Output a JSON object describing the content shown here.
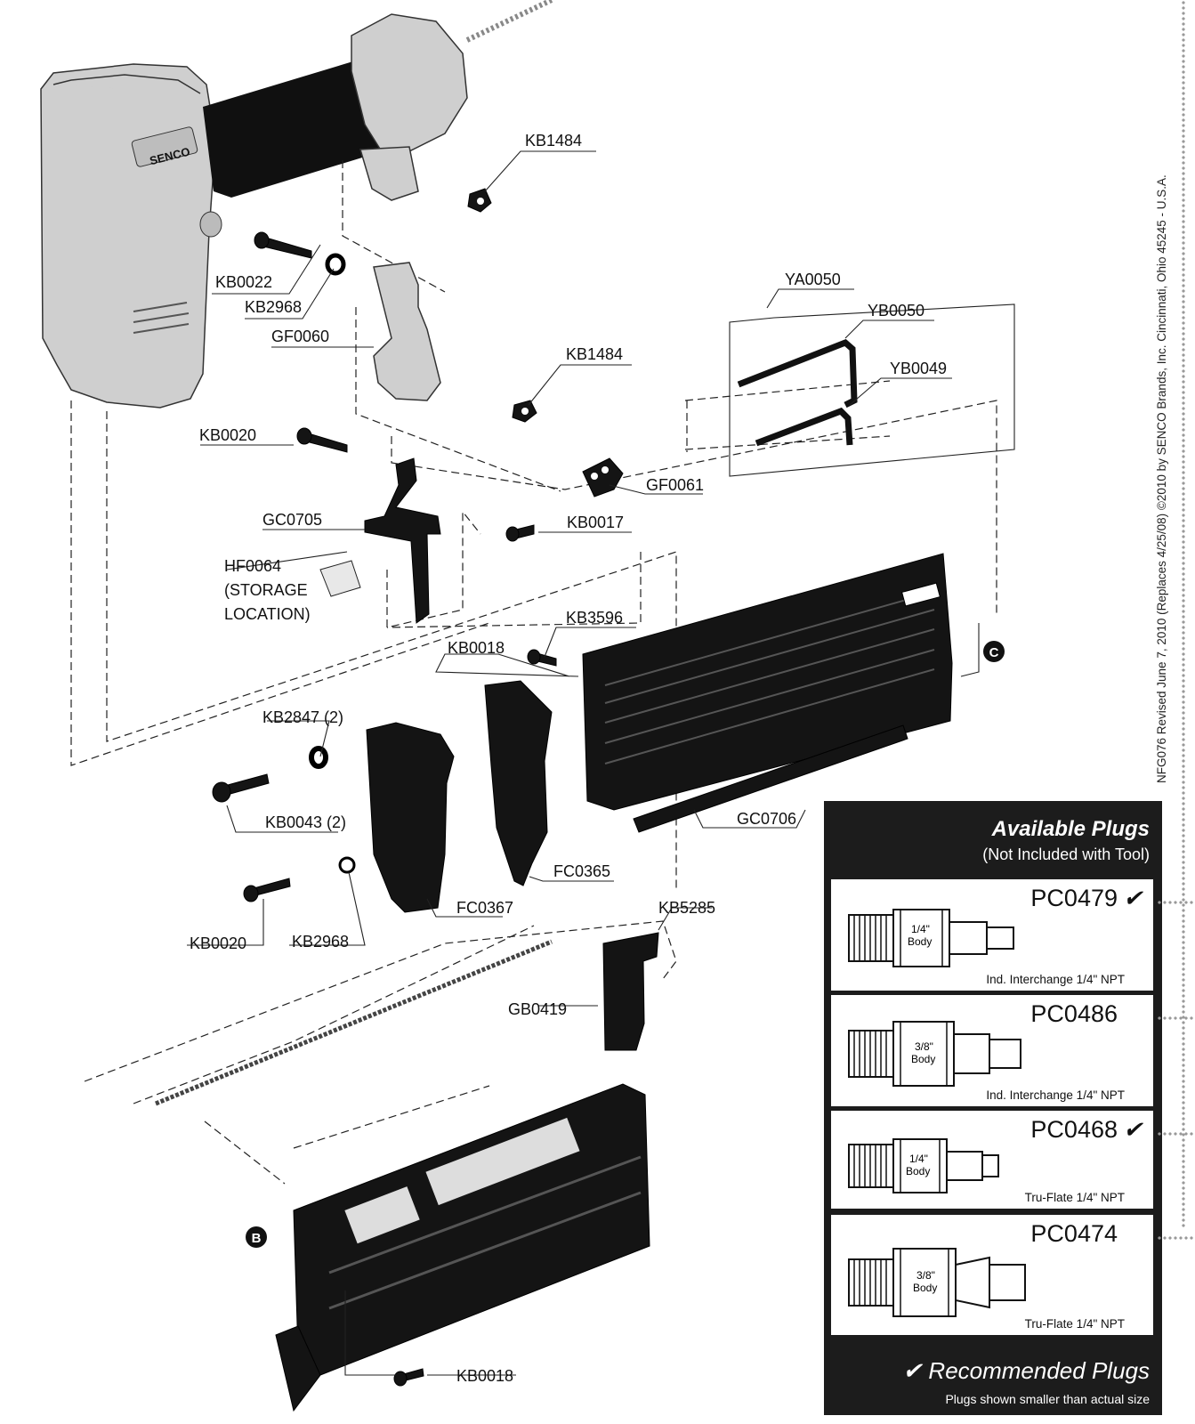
{
  "labels": {
    "kb1484_a": "KB1484",
    "kb0022": "KB0022",
    "kb2968_a": "KB2968",
    "gf0060": "GF0060",
    "kb1484_b": "KB1484",
    "ya0050": "YA0050",
    "yb0050": "YB0050",
    "yb0049": "YB0049",
    "kb0020_a": "KB0020",
    "gf0061": "GF0061",
    "gc0705": "GC0705",
    "kb0017": "KB0017",
    "hf0064": "HF0064",
    "storage_1": "(STORAGE",
    "storage_2": "LOCATION)",
    "kb3596": "KB3596",
    "kb0018_a": "KB0018",
    "badge_c": "C",
    "kb2847": "KB2847 (2)",
    "kb0043": "KB0043 (2)",
    "gc0706": "GC0706",
    "fc0365": "FC0365",
    "fc0367": "FC0367",
    "kb5285": "KB5285",
    "kb0020_b": "KB0020",
    "kb2968_b": "KB2968",
    "gb0419": "GB0419",
    "badge_b": "B",
    "kb0018_b": "KB0018",
    "logo": "SENCO"
  },
  "side_note": "NFG076  Revised June 7, 2010 (Replaces 4/25/08)  ©2010 by SENCO Brands, Inc.  Cincinnati, Ohio 45245 - U.S.A.",
  "plugs_panel": {
    "title": "Available Plugs",
    "subtitle": "(Not Included with Tool)",
    "plugs": [
      {
        "code": "PC0479",
        "recommended": "✔",
        "body_1": "1/4\"",
        "body_2": "Body",
        "desc": "Ind. Interchange 1/4\" NPT"
      },
      {
        "code": "PC0486",
        "recommended": "",
        "body_1": "3/8\"",
        "body_2": "Body",
        "desc": "Ind. Interchange 1/4\" NPT"
      },
      {
        "code": "PC0468",
        "recommended": "✔",
        "body_1": "1/4\"",
        "body_2": "Body",
        "desc": "Tru-Flate 1/4\" NPT"
      },
      {
        "code": "PC0474",
        "recommended": "",
        "body_1": "3/8\"",
        "body_2": "Body",
        "desc": "Tru-Flate 1/4\" NPT"
      }
    ],
    "recommended_title": "✔ Recommended Plugs",
    "recommended_note": "Plugs shown smaller than actual size"
  },
  "colors": {
    "part": "#141414",
    "housing": "#cfcfcf",
    "panel": "#1c1c1c"
  }
}
